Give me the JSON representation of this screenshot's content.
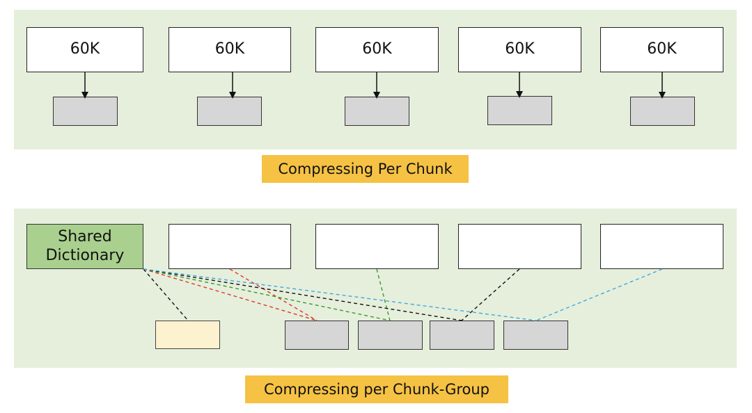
{
  "top_section": {
    "input_blocks": [
      "60K",
      "60K",
      "60K",
      "60K",
      "60K"
    ],
    "caption": "Compressing Per Chunk"
  },
  "bottom_section": {
    "dictionary_label": "Shared Dictionary",
    "caption": "Compressing per Chunk-Group"
  },
  "colors": {
    "panel_bg": "#e6efdc",
    "caption_bg": "#f6c244",
    "dictionary_fill": "#a9d08e",
    "dictionary_output_fill": "#fdf2cf",
    "chunk_fill": "#d6d6d6",
    "line_red": "#e0352b",
    "line_green": "#3a9a2a",
    "line_black": "#111111",
    "line_blue": "#3fa9e0"
  }
}
